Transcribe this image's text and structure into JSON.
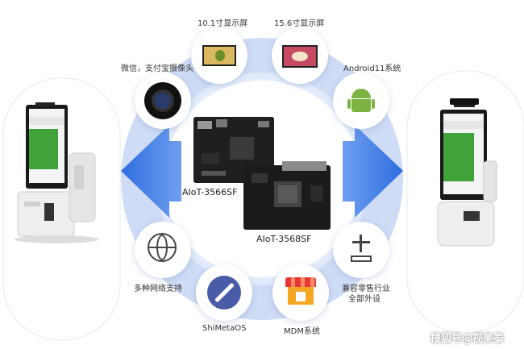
{
  "features": {
    "screen_101": "10.1寸显示屏",
    "screen_156": "15.6寸显示屏",
    "camera": "微信，支付宝摄像头",
    "android": "Android11系统",
    "network": "多种网络支持",
    "shimetaos": "ShiMetaOS",
    "mdm": "MDM系统",
    "retail_line1": "兼容零售行业",
    "retail_line2": "全部外设"
  },
  "boards": {
    "board_a": "AIoT-3566SF",
    "board_b": "AIoT-3568SF"
  },
  "watermark": "搜狐号@视美泰",
  "colors": {
    "ring": "#c6d4f4",
    "arrow": "#3d78e3",
    "kiosk_screen_green": "#3fa33a"
  }
}
